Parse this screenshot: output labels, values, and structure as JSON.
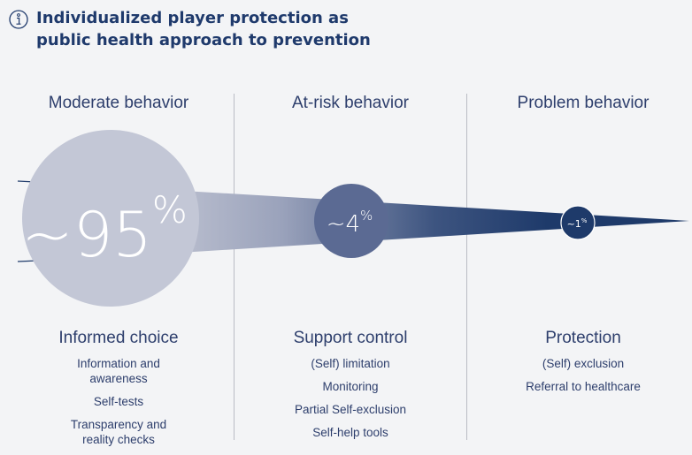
{
  "title": "Individualized player protection as public health approach to prevention",
  "stages": [
    {
      "heading": "Moderate behavior",
      "value": "~95",
      "unit": "%",
      "footer_title": "Informed choice",
      "items": [
        "Information and awareness",
        "Self-tests",
        "Transparency and reality checks"
      ]
    },
    {
      "heading": "At-risk behavior",
      "value": "~4",
      "unit": "%",
      "footer_title": "Support control",
      "items": [
        "(Self) limitation",
        "Monitoring",
        "Partial Self-exclusion",
        "Self-help tools"
      ]
    },
    {
      "heading": "Problem behavior",
      "value": "~1",
      "unit": "%",
      "footer_title": "Protection",
      "items": [
        "(Self) exclusion",
        "Referral to healthcare"
      ]
    }
  ],
  "colors": {
    "title": "#1f3a6c",
    "text": "#2d3e6c",
    "funnel_dark": "#1e3a6a",
    "circle_large": "#c3c7d6",
    "circle_mid": "#5b6a93",
    "circle_small": "#1e3a6a"
  },
  "icons": {
    "header": "info-icon"
  }
}
